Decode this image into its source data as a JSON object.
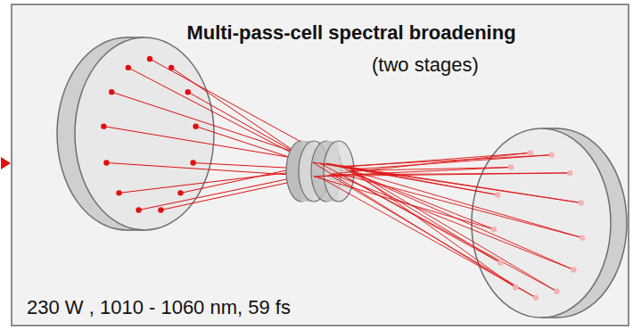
{
  "diagram": {
    "nodes": [
      {
        "text": [
          "Multi-pass-cell spectral broadening",
          "(two stages)",
          "230 W , 1010 - 1060 nm, 59 fs"
        ]
      }
    ]
  }
}
